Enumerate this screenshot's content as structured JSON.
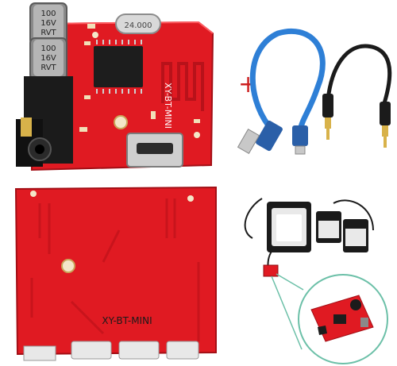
{
  "board_top": {
    "cap1_lines": [
      "100",
      "16V",
      "RVT"
    ],
    "cap2_lines": [
      "100",
      "16V",
      "RVT"
    ],
    "crystal_text": "24.000",
    "side_label": "XY-BT-MINI"
  },
  "board_bottom": {
    "silkscreen": "XY-BT-MINI"
  },
  "plus_sign": "+",
  "colors": {
    "pcb_red": "#e01a22",
    "pcb_dark_red": "#b8121a",
    "cable_blue": "#2e7fd6",
    "cable_black": "#1b1b1b",
    "gold": "#d8b24a",
    "speaker_black": "#1a1a1a"
  }
}
